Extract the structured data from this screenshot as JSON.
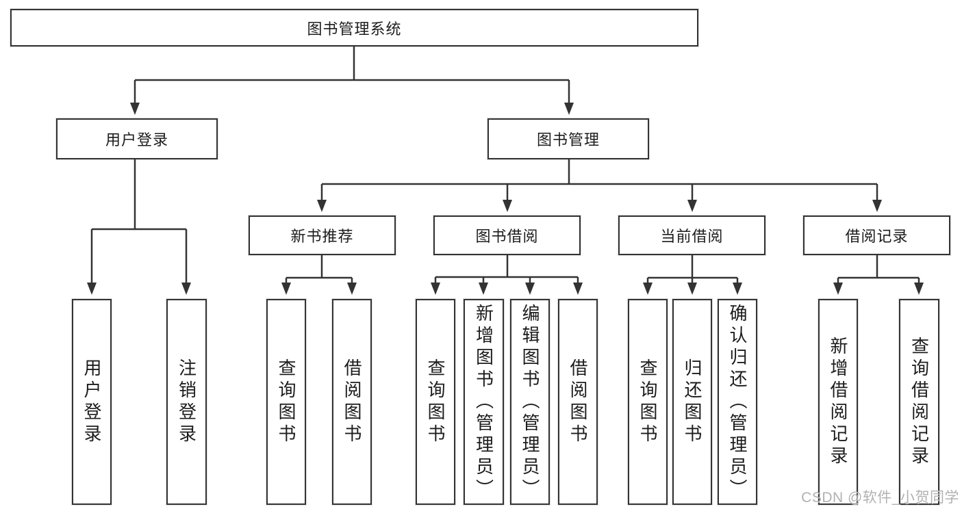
{
  "nodes": {
    "root": "图书管理系统",
    "user_login": "用户登录",
    "book_mgmt": "图书管理",
    "new_book_rec": "新书推荐",
    "book_borrow": "图书借阅",
    "current_borrow": "当前借阅",
    "borrow_records": "借阅记录",
    "leaf_user_login": "用户登录",
    "leaf_logout": "注销登录",
    "leaf_query_books_a": "查询图书",
    "leaf_borrow_books_a": "借阅图书",
    "leaf_query_books_b": "查询图书",
    "leaf_add_books": "新增图书（管理员）",
    "leaf_edit_books": "编辑图书（管理员）",
    "leaf_borrow_books_b": "借阅图书",
    "leaf_query_books_c": "查询图书",
    "leaf_return_books": "归还图书",
    "leaf_confirm_return": "确认归还（管理员）",
    "leaf_add_borrow_record": "新增借阅记录",
    "leaf_query_borrow_record": "查询借阅记录"
  },
  "watermark": {
    "text": "CSDN @软件_小贺同学"
  },
  "colors": {
    "line": "#333333",
    "box_border": "#333333",
    "text": "#1c1c1c",
    "watermark": "#ababab",
    "background": "#ffffff"
  }
}
